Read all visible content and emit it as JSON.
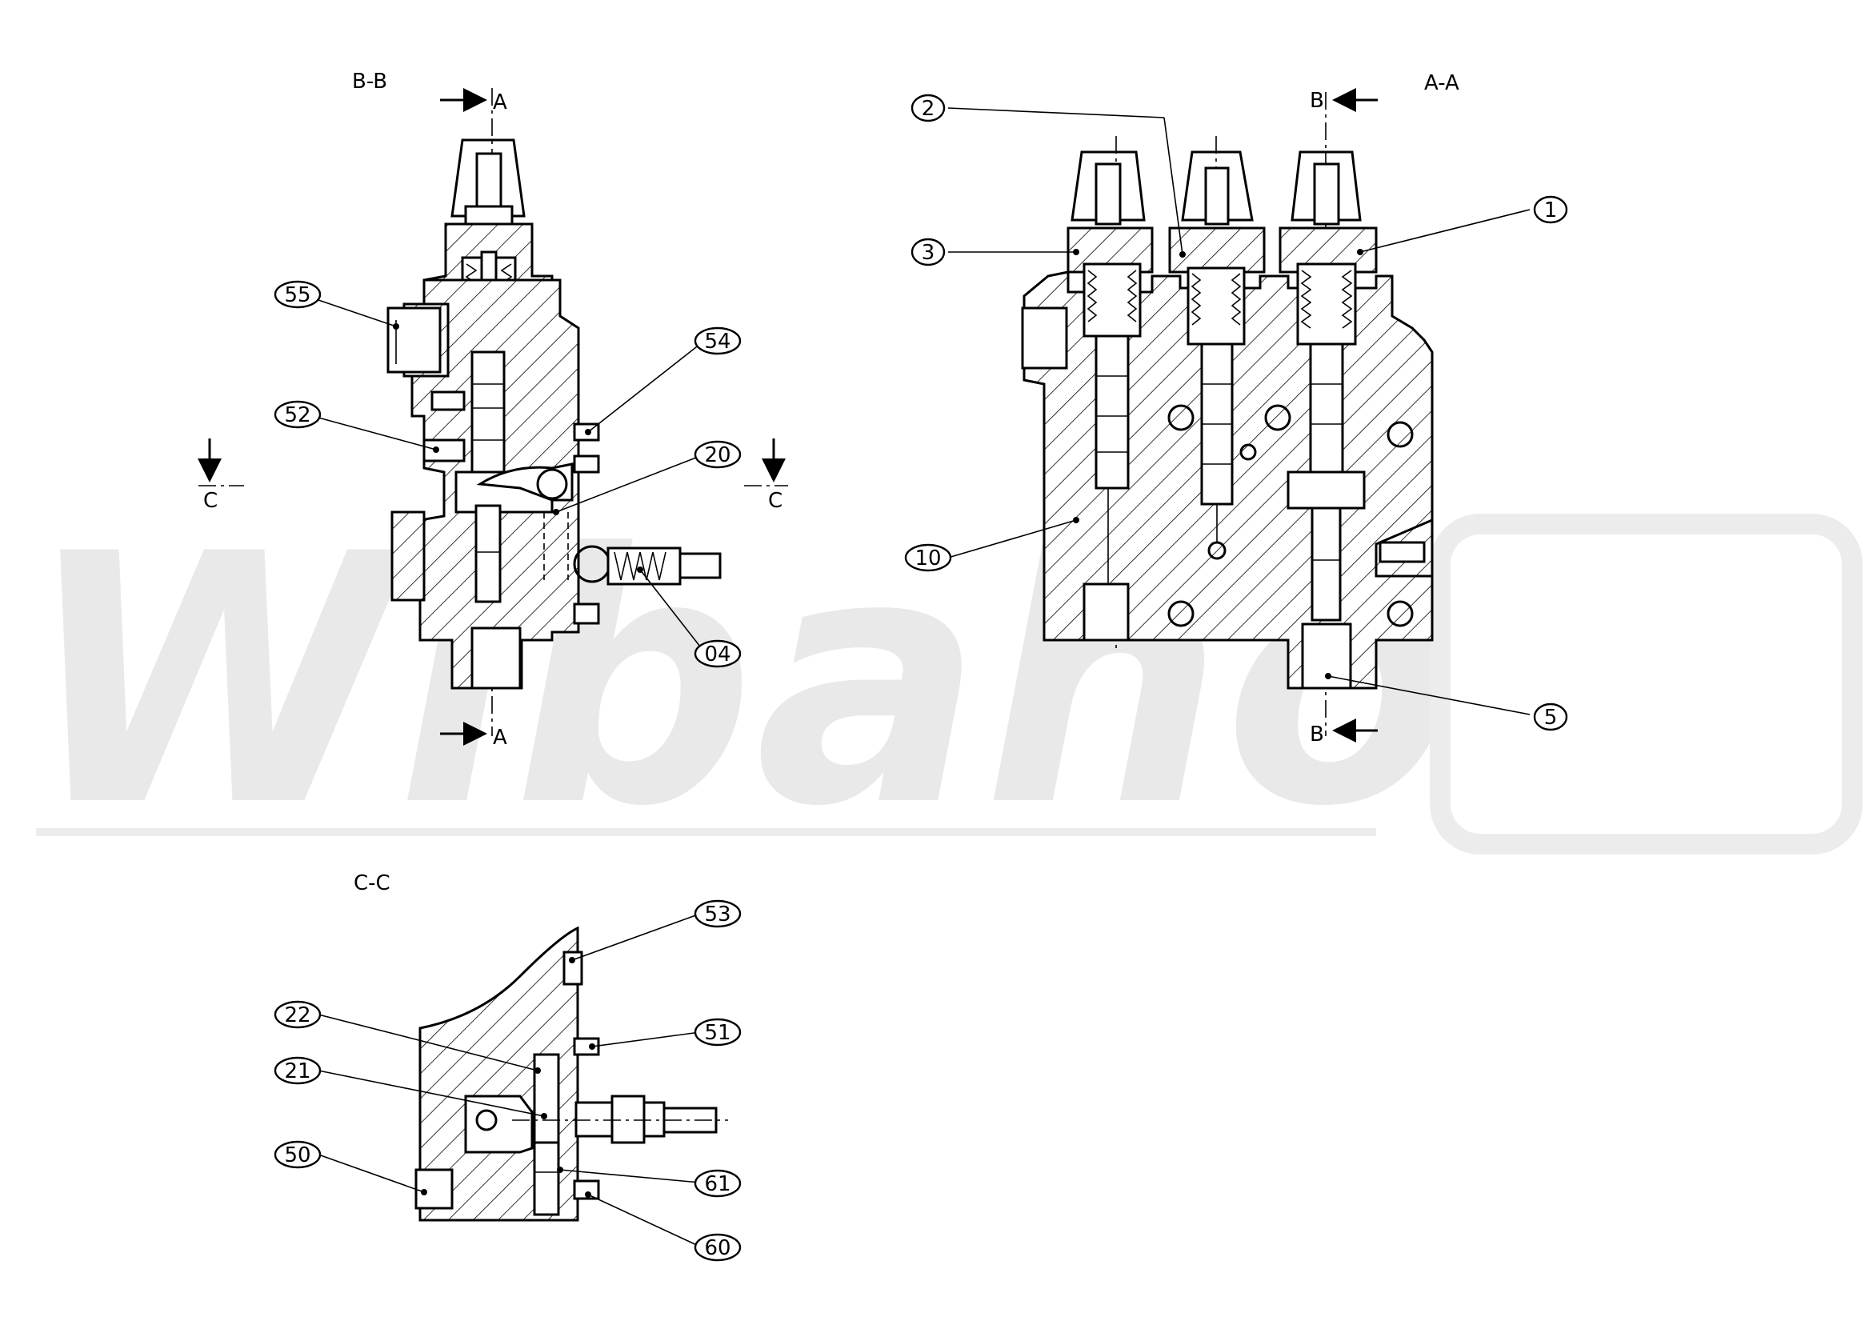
{
  "watermark": "Wibaho",
  "sections": {
    "bb": {
      "title": "B-B",
      "cut_top": "A",
      "cut_bottom": "A",
      "cut_left": "C",
      "cut_right": "C"
    },
    "aa": {
      "title": "A-A",
      "cut_top": "B",
      "cut_bottom": "B"
    },
    "cc": {
      "title": "C-C"
    }
  },
  "balloons": {
    "b55": "55",
    "b52": "52",
    "b54": "54",
    "b20": "20",
    "b04": "04",
    "b2": "2",
    "b3": "3",
    "b1": "1",
    "b10": "10",
    "b5": "5",
    "b53": "53",
    "b22": "22",
    "b51": "51",
    "b21": "21",
    "b50": "50",
    "b61": "61",
    "b60": "60"
  },
  "colors": {
    "line": "#000000",
    "watermark": "#e9e9e9",
    "background": "#ffffff"
  }
}
